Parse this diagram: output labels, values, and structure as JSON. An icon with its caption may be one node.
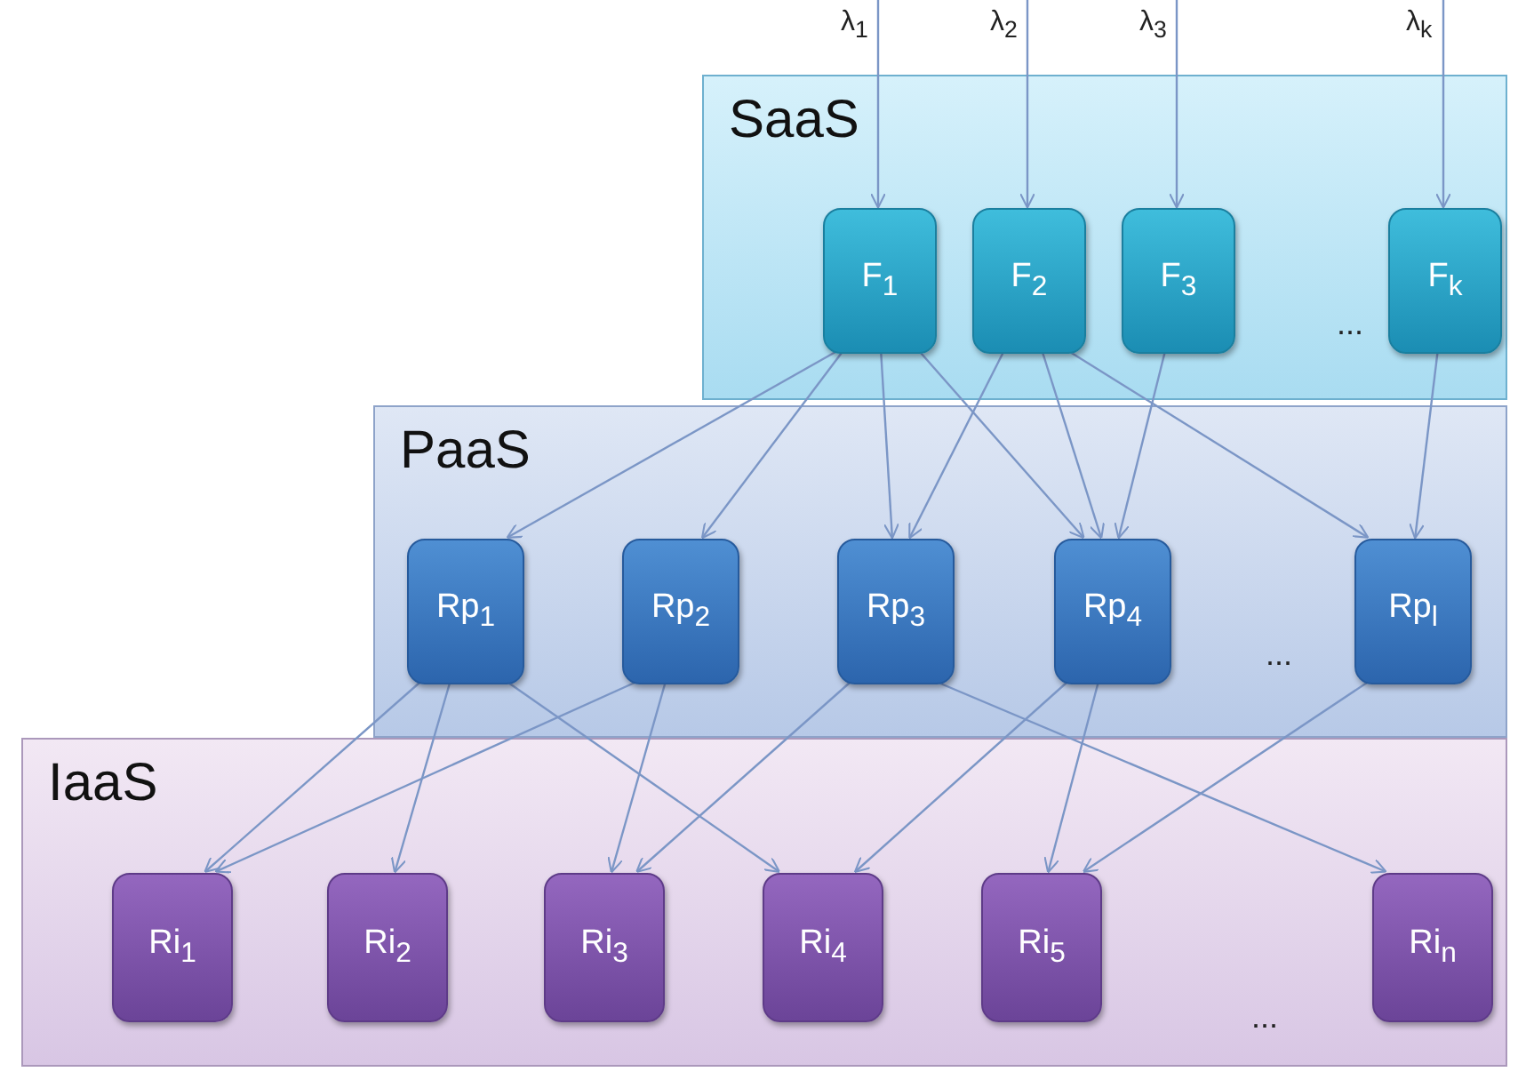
{
  "diagram": {
    "nodes": [
      {
        "text": [
          "SaaS"
        ]
      },
      {
        "text": [
          "F$_{1}$"
        ],
        "in": 0
      },
      {
        "text": [
          "F$_{2}$"
        ],
        "in": 0
      },
      {
        "text": [
          "F$_{3}$"
        ],
        "in": 0
      },
      {
        "text": [
          "F$_{k}$"
        ],
        "in": 0
      },
      {
        "text": [
          "PaaS"
        ]
      },
      {
        "text": [
          "Rp$_{1}$"
        ],
        "in": 5
      },
      {
        "text": [
          "Rp$_{2}$"
        ],
        "in": 5
      },
      {
        "text": [
          "Rp$_{3}$"
        ],
        "in": 5
      },
      {
        "text": [
          "Rp$_{4}$"
        ],
        "in": 5
      },
      {
        "text": [
          "Rp$_{l}$"
        ],
        "in": 5
      },
      {
        "text": [
          "IaaS"
        ]
      },
      {
        "text": [
          "Ri$_{1}$"
        ],
        "in": 11
      },
      {
        "text": [
          "Ri$_{2}$"
        ],
        "in": 11
      },
      {
        "text": [
          "Ri$_{3}$"
        ],
        "in": 11
      },
      {
        "text": [
          "Ri$_{4}$"
        ],
        "in": 11
      },
      {
        "text": [
          "Ri$_{5}$"
        ],
        "in": 11
      },
      {
        "text": [
          "Ri$_{n}$"
        ],
        "in": 11
      }
    ],
    "edges": [
      {
        "from": null,
        "to": 1,
        "arrow": "to",
        "label": "λ$_{1}$"
      },
      {
        "from": null,
        "to": 2,
        "arrow": "to",
        "label": "λ$_{2}$"
      },
      {
        "from": null,
        "to": 3,
        "arrow": "to",
        "label": "λ$_{3}$"
      },
      {
        "from": null,
        "to": 4,
        "arrow": "to",
        "label": "λ$_{k}$"
      },
      {
        "from": 1,
        "to": 6,
        "arrow": "to"
      },
      {
        "from": 1,
        "to": 7,
        "arrow": "to"
      },
      {
        "from": 1,
        "to": 8,
        "arrow": "to"
      },
      {
        "from": 1,
        "to": 9,
        "arrow": "to"
      },
      {
        "from": 2,
        "to": 8,
        "arrow": "to"
      },
      {
        "from": 2,
        "to": 9,
        "arrow": "to"
      },
      {
        "from": 2,
        "to": 10,
        "arrow": "to"
      },
      {
        "from": 3,
        "to": 9,
        "arrow": "to"
      },
      {
        "from": 4,
        "to": 10,
        "arrow": "to"
      },
      {
        "from": 6,
        "to": 12,
        "arrow": "to"
      },
      {
        "from": 6,
        "to": 13,
        "arrow": "to"
      },
      {
        "from": 6,
        "to": 15,
        "arrow": "to"
      },
      {
        "from": 7,
        "to": 12,
        "arrow": "to"
      },
      {
        "from": 7,
        "to": 14,
        "arrow": "to"
      },
      {
        "from": 8,
        "to": 14,
        "arrow": "to"
      },
      {
        "from": 8,
        "to": 17,
        "arrow": "to"
      },
      {
        "from": 9,
        "to": 15,
        "arrow": "to"
      },
      {
        "from": 9,
        "to": 16,
        "arrow": "to"
      },
      {
        "from": 10,
        "to": 16,
        "arrow": "to"
      }
    ],
    "labels": [
      "...",
      "...",
      "..."
    ]
  }
}
